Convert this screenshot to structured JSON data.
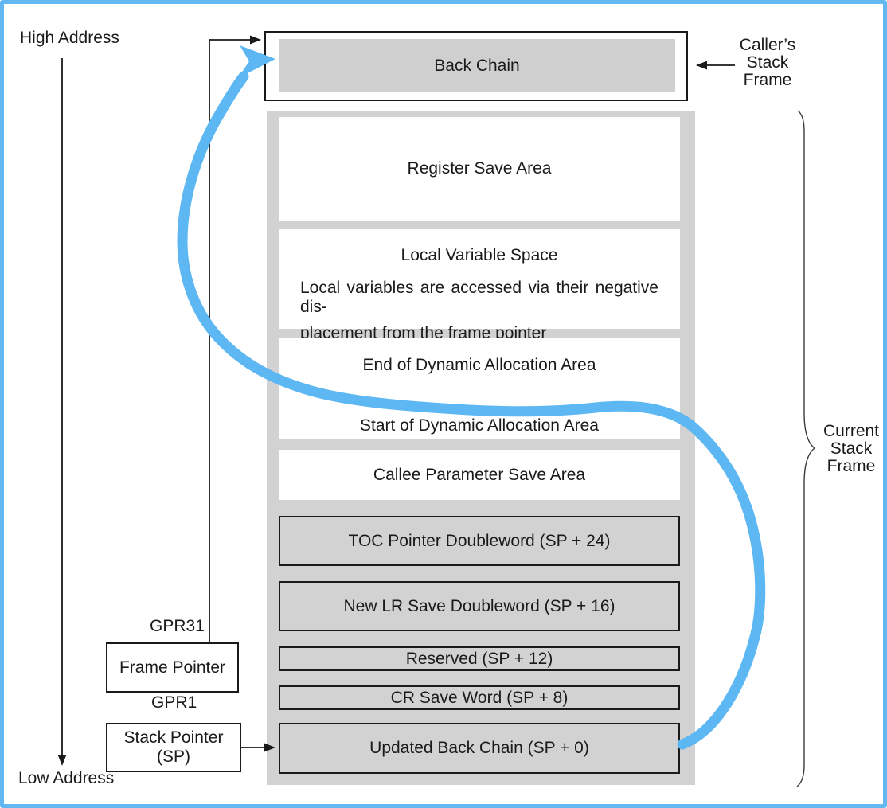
{
  "colors": {
    "accent_blue": "#5cb7f3",
    "frame_border_blue": "#63b8f1",
    "container_gray": "#d2d2d2",
    "back_chain_gray": "#cfcfcf",
    "line_black": "#1a1a1a"
  },
  "address_axis": {
    "high_label": "High Address",
    "low_label": "Low Address"
  },
  "caller_frame": {
    "line1": "Caller’s",
    "line2": "Stack",
    "line3": "Frame"
  },
  "current_frame": {
    "line1": "Current",
    "line2": "Stack",
    "line3": "Frame"
  },
  "back_chain": {
    "label": "Back Chain"
  },
  "registers": {
    "gpr31_label": "GPR31",
    "gpr1_label": "GPR1",
    "frame_pointer_label": "Frame Pointer",
    "stack_pointer_label": "Stack Pointer (SP)"
  },
  "rows": [
    {
      "type": "white",
      "label": "Register Save Area"
    },
    {
      "type": "white_multi",
      "title": "Local Variable Space",
      "body_line1": "Local variables are accessed via their negative dis-",
      "body_line2": "placement from the frame pointer"
    },
    {
      "type": "white_two",
      "top_label": "End of Dynamic Allocation Area",
      "bottom_label": "Start of Dynamic Allocation Area"
    },
    {
      "type": "white",
      "label": "Callee Parameter Save Area"
    },
    {
      "type": "bordered",
      "label": "TOC Pointer Doubleword (SP + 24)"
    },
    {
      "type": "bordered",
      "label": "New LR Save Doubleword (SP + 16)"
    },
    {
      "type": "bordered",
      "label": "Reserved (SP + 12)"
    },
    {
      "type": "bordered",
      "label": "CR Save Word (SP + 8)"
    },
    {
      "type": "bordered",
      "label": "Updated Back Chain (SP + 0)"
    }
  ]
}
